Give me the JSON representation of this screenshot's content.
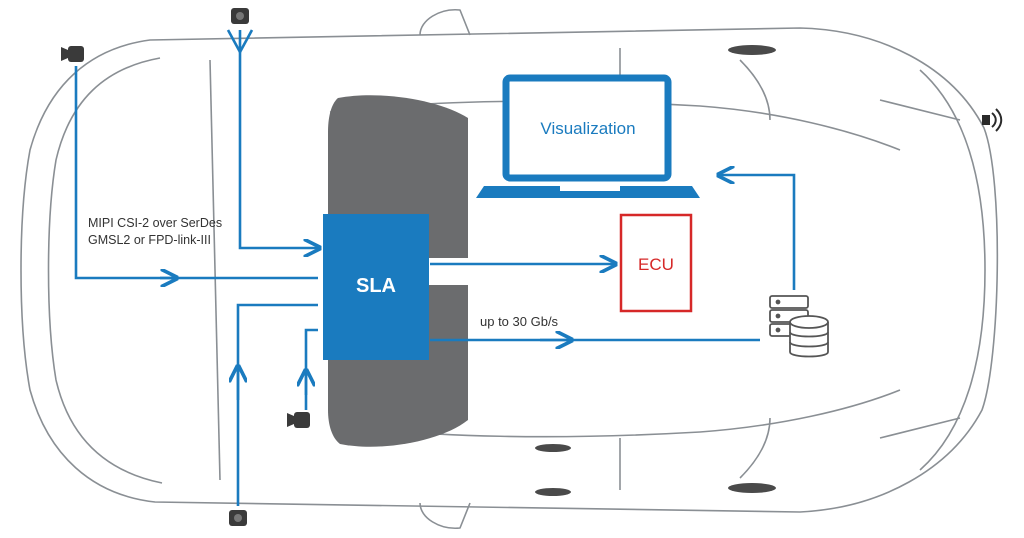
{
  "diagram": {
    "link_label_line1": "MIPI CSI-2 over SerDes",
    "link_label_line2": "GMSL2 or FPD-link-III",
    "sla_label": "SLA",
    "ecu_label": "ECU",
    "visualization_label": "Visualization",
    "bandwidth_label": "up to 30 Gb/s"
  },
  "colors": {
    "blue": "#1a7bbf",
    "red": "#d62828",
    "car_outline": "#8a8f94",
    "window": "#6b6c6e",
    "camera": "#3a3a3a",
    "text": "#333333"
  },
  "icons": {
    "camera": "camera-icon",
    "server": "server-database-icon",
    "sensor": "radar-sensor-icon"
  }
}
